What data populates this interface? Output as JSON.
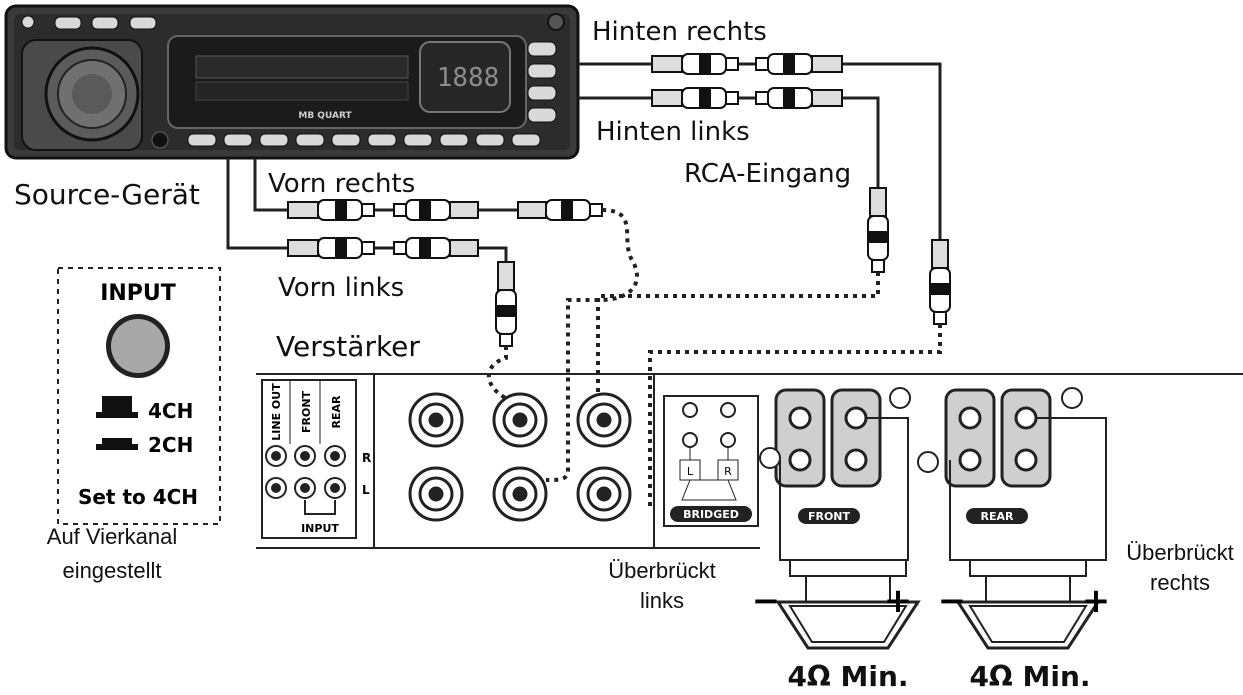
{
  "labels": {
    "rear_right": "Hinten rechts",
    "rear_left": "Hinten links",
    "rca_input": "RCA-Eingang",
    "source_device": "Source-Gerät",
    "front_right": "Vorn rechts",
    "front_left": "Vorn links",
    "amplifier": "Verstärker",
    "bridged_left": "Überbrückt\nlinks",
    "bridged_right": "Überbrückt\nrechts",
    "min_impedance_1": "4Ω Min.",
    "min_impedance_2": "4Ω Min.",
    "set_to_4ch_de": "Auf Vierkanal\neingestellt"
  },
  "input_switch": {
    "title": "INPUT",
    "option_4ch": "4CH",
    "option_2ch": "2CH",
    "setting": "Set to 4CH"
  },
  "amp_panel": {
    "line_out": "LINE OUT",
    "front": "FRONT",
    "rear": "REAR",
    "ch_r": "R",
    "ch_l": "L",
    "input": "INPUT",
    "bridged": "BRIDGED",
    "front_badge": "FRONT",
    "rear_badge": "REAR",
    "small_l": "L",
    "small_r": "R"
  },
  "speaker_signs": {
    "minus": "−",
    "plus": "+"
  },
  "headunit": {
    "brand": "MB QUART",
    "display_digits": "1888"
  }
}
